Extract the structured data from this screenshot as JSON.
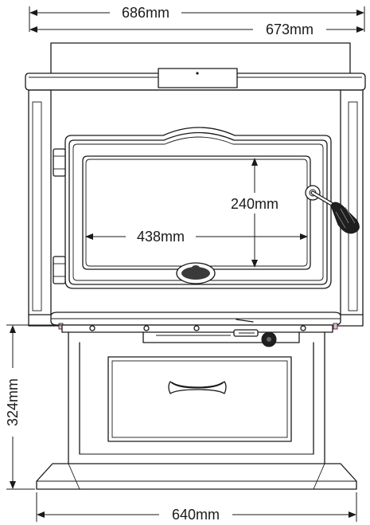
{
  "dimensions": {
    "overall_width": "686mm",
    "top_width": "673mm",
    "pedestal_height": "324mm",
    "base_width": "640mm",
    "glass_width": "438mm",
    "glass_height": "240mm"
  }
}
